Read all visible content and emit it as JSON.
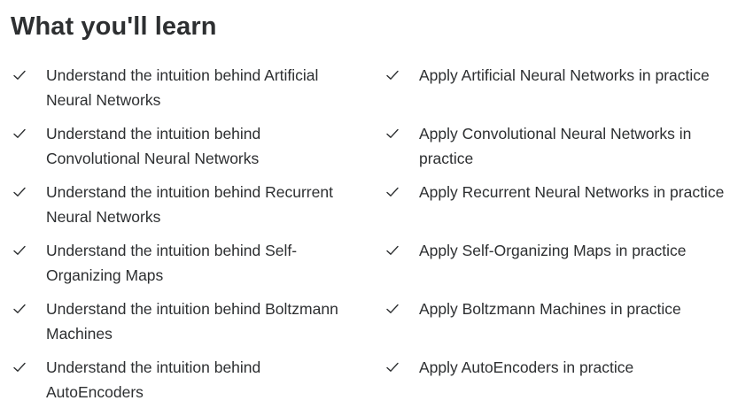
{
  "section": {
    "title": "What you'll learn"
  },
  "items": [
    {
      "text": "Understand the intuition behind Artificial Neural Networks",
      "icon": "check-icon"
    },
    {
      "text": "Apply Artificial Neural Networks in practice",
      "icon": "check-icon"
    },
    {
      "text": "Understand the intuition behind Convolutional Neural Networks",
      "icon": "check-icon"
    },
    {
      "text": "Apply Convolutional Neural Networks in practice",
      "icon": "check-icon"
    },
    {
      "text": "Understand the intuition behind Recurrent Neural Networks",
      "icon": "check-icon"
    },
    {
      "text": "Apply Recurrent Neural Networks in practice",
      "icon": "check-icon"
    },
    {
      "text": "Understand the intuition behind Self-Organizing Maps",
      "icon": "check-icon"
    },
    {
      "text": "Apply Self-Organizing Maps in practice",
      "icon": "check-icon"
    },
    {
      "text": "Understand the intuition behind Boltzmann Machines",
      "icon": "check-icon"
    },
    {
      "text": "Apply Boltzmann Machines in practice",
      "icon": "check-icon"
    },
    {
      "text": "Understand the intuition behind AutoEncoders",
      "icon": "check-icon"
    },
    {
      "text": "Apply AutoEncoders in practice",
      "icon": "check-icon"
    }
  ],
  "colors": {
    "text": "#2d2f31",
    "check": "#2d2f31",
    "background": "#ffffff"
  }
}
